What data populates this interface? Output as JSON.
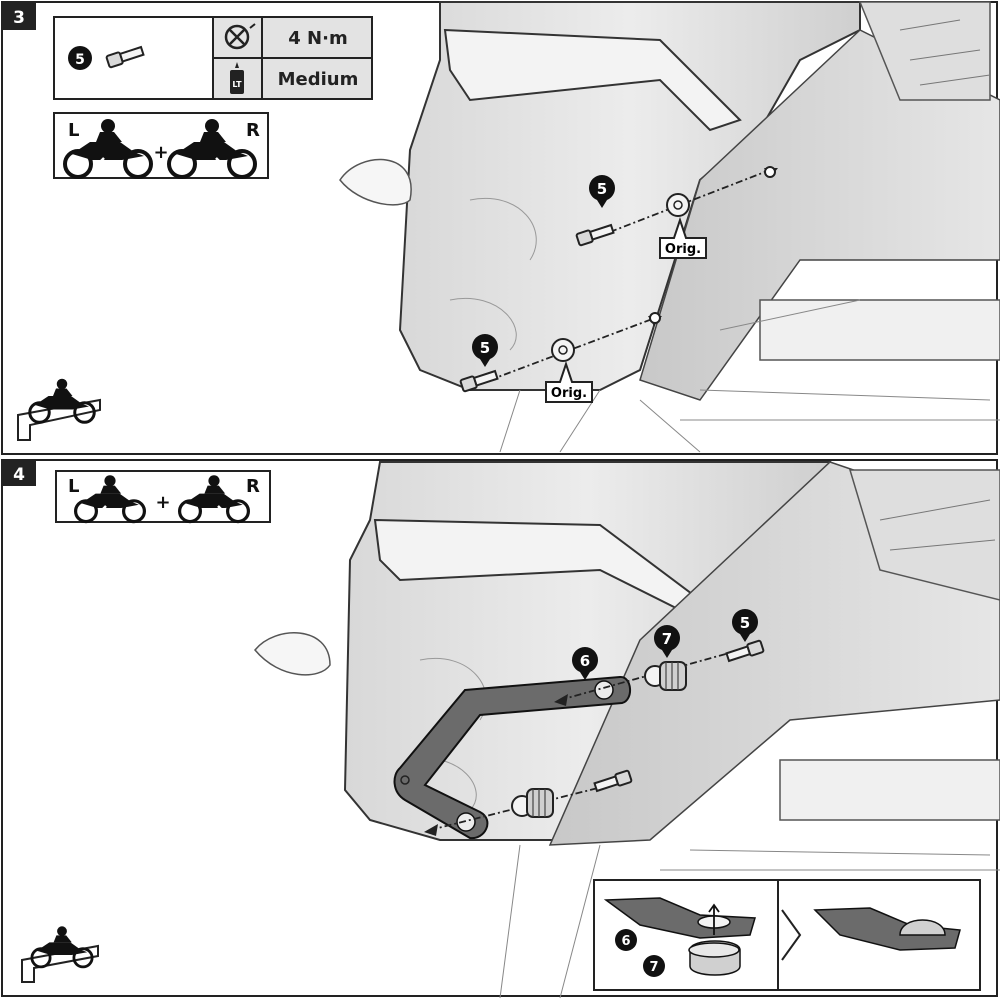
{
  "steps": [
    {
      "number": "3",
      "spec": {
        "part_number": "5",
        "torque_icon": "torque-wrench-icon",
        "torque": "4 N·m",
        "threadlock_icon": "loctite-bottle-icon",
        "threadlock": "Medium"
      },
      "sides": {
        "left": "L",
        "plus": "+",
        "right": "R"
      },
      "callouts": [
        "5",
        "5"
      ],
      "orig_labels": [
        "Orig.",
        "Orig."
      ]
    },
    {
      "number": "4",
      "sides": {
        "left": "L",
        "plus": "+",
        "right": "R"
      },
      "callouts": [
        "6",
        "7",
        "5"
      ],
      "detail_callouts": [
        "6",
        "7"
      ]
    }
  ],
  "icons": [
    "motorcycle-rider-icon",
    "arrow-right-icon",
    "arrow-left-icon",
    "orientation-rider-icon"
  ],
  "colors": {
    "line": "#222222",
    "panel_fill": "#e9e9e9",
    "bracket": "#6b6b6b",
    "badge": "#111111"
  }
}
